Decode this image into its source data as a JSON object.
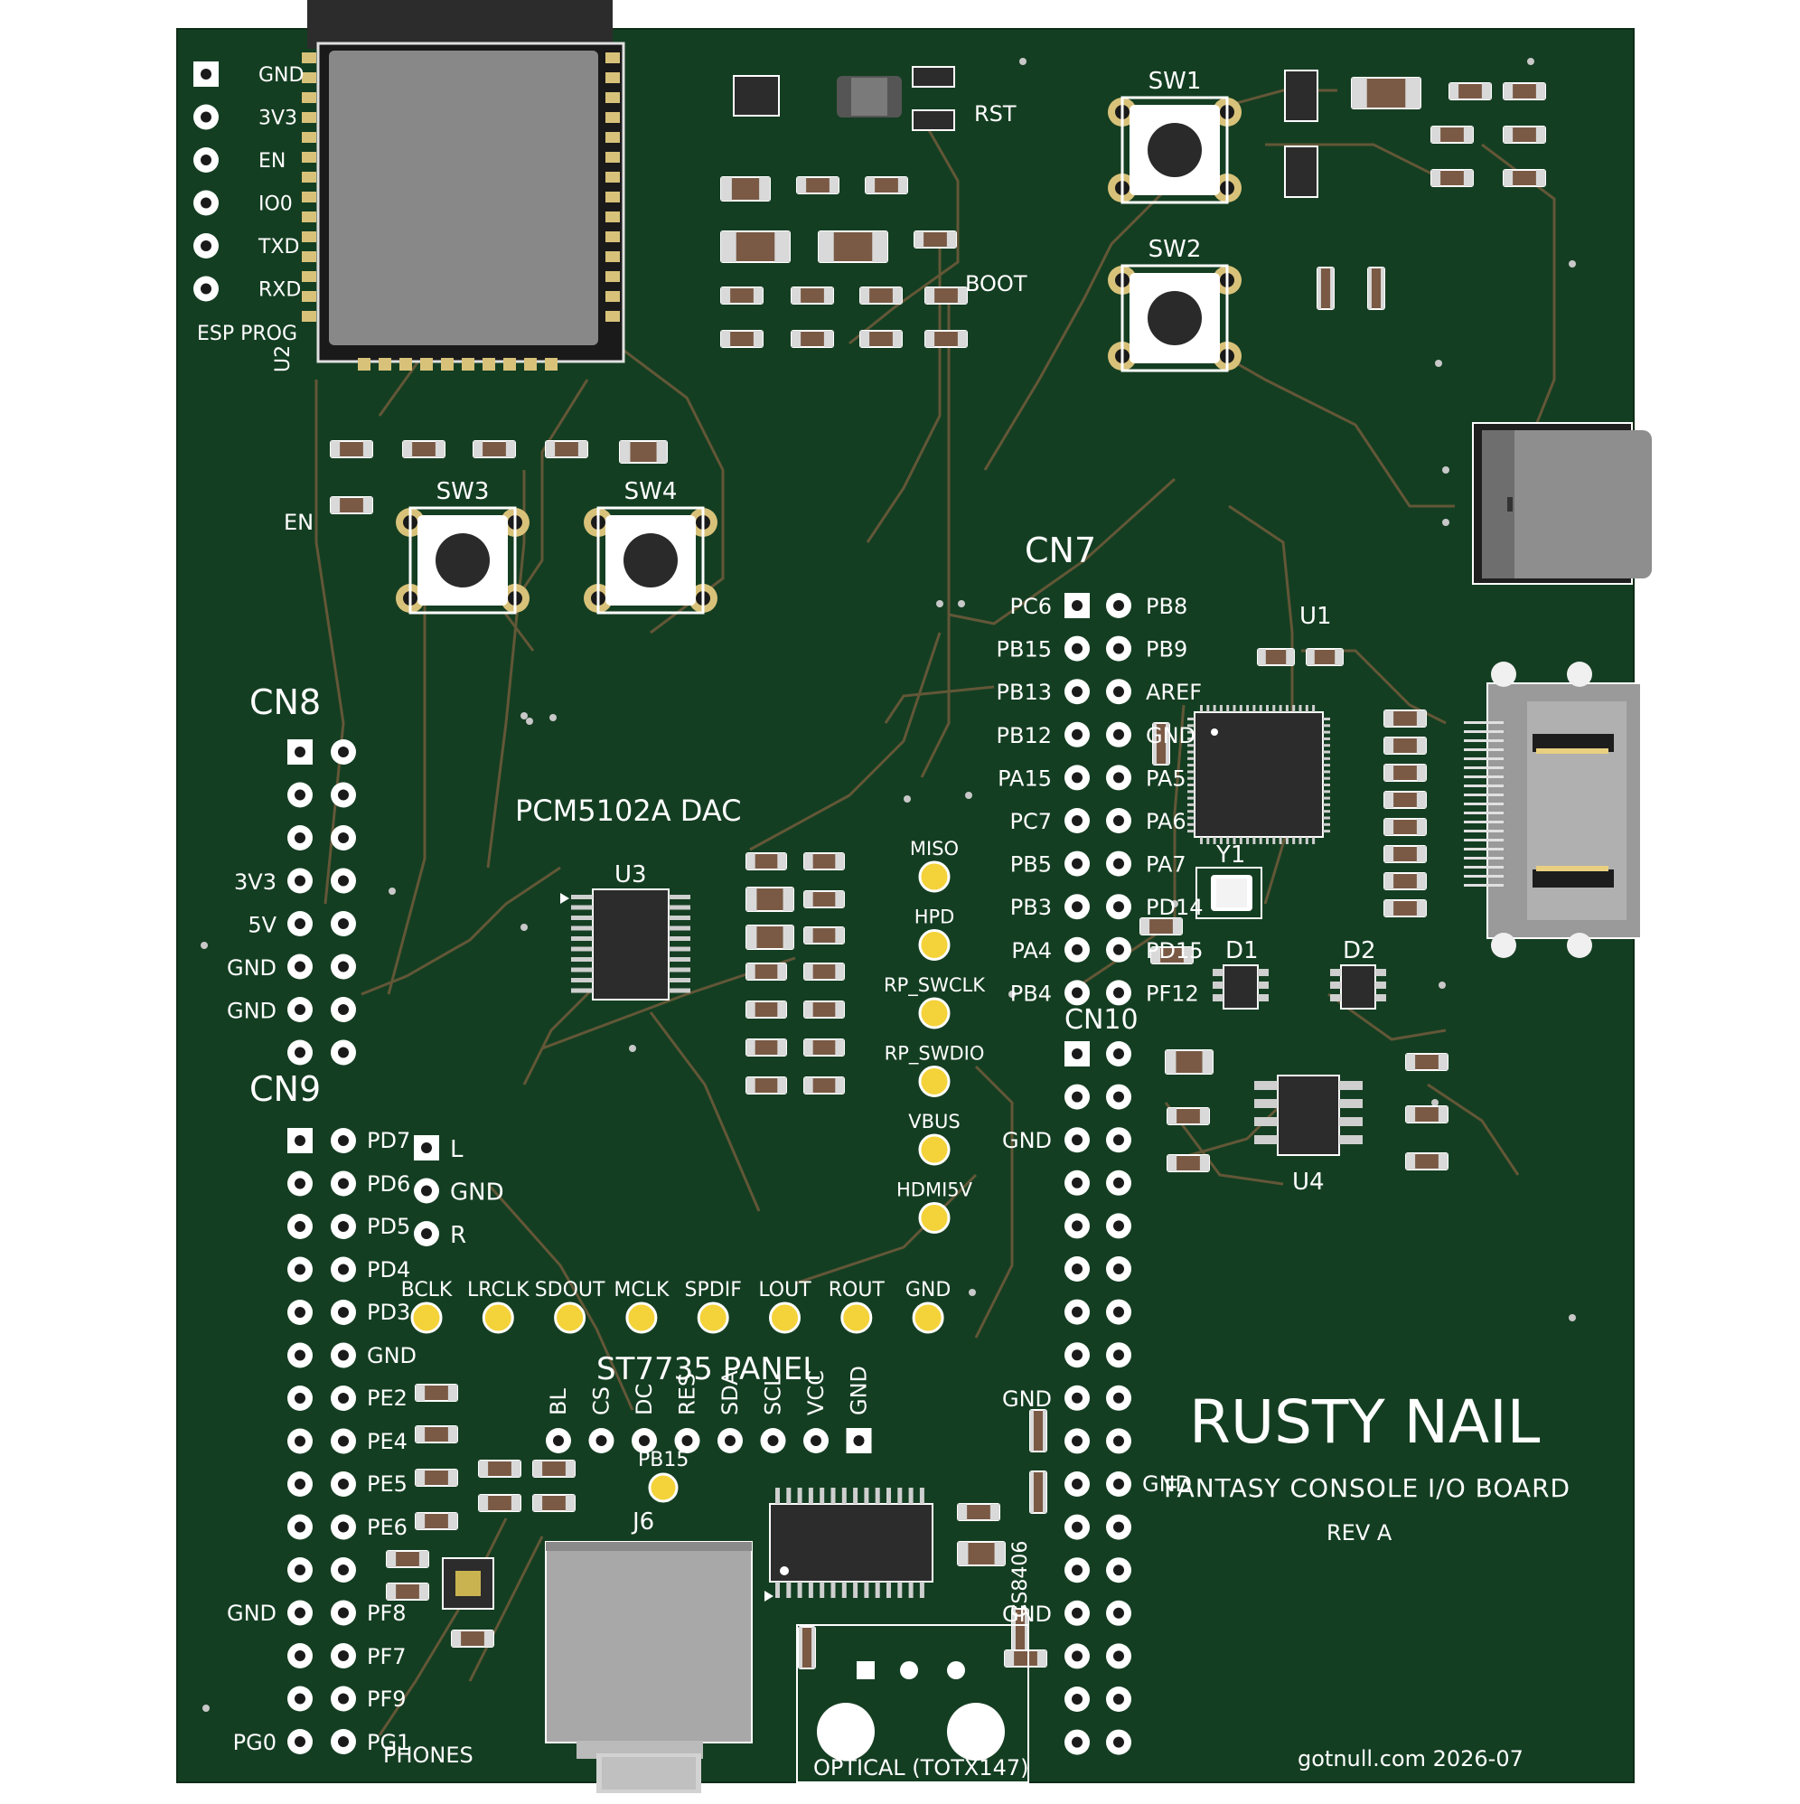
{
  "board": {
    "title": "RUSTY NAIL",
    "subtitle": "FANTASY CONSOLE I/O BOARD",
    "revision": "REV A",
    "footer": "gotnull.com 2026-07"
  },
  "colors": {
    "pcb": "#143e22",
    "silk": "#ffffff",
    "gold": "#f4d23a",
    "trace": "#6b5a3a",
    "metal": "#a7a7a7",
    "chip": "#2c2c2c"
  },
  "labels": {
    "esp_prog": [
      "GND",
      "3V3",
      "EN",
      "IO0",
      "TXD",
      "RXD"
    ],
    "esp_prog_title": "ESP PROG",
    "u2": "U2",
    "rst": "RST",
    "boot": "BOOT",
    "en": "EN",
    "sw1": "SW1",
    "sw2": "SW2",
    "sw3": "SW3",
    "sw4": "SW4",
    "cn7": "CN7",
    "cn8": "CN8",
    "cn9": "CN9",
    "cn10": "CN10",
    "u1": "U1",
    "u3": "U3",
    "u4": "U4",
    "y1": "Y1",
    "d1": "D1",
    "d2": "D2",
    "j6": "J6",
    "dac": "PCM5102A DAC",
    "phones": "PHONES",
    "optical": "OPTICAL (TOTX147)",
    "cs8406": "CS8406",
    "panel": "ST7735 PANEL",
    "pb15_tp": "PB15"
  },
  "cn7": {
    "left": [
      "PC6",
      "PB15",
      "PB13",
      "PB12",
      "PA15",
      "PC7",
      "PB5",
      "PB3",
      "PA4",
      "PB4"
    ],
    "right": [
      "PB8",
      "PB9",
      "AREF",
      "GND",
      "PA5",
      "PA6",
      "PA7",
      "PD14",
      "PD15",
      "PF12"
    ]
  },
  "cn8_labels": [
    "3V3",
    "5V",
    "GND",
    "GND"
  ],
  "cn9_right": [
    "PD7",
    "PD6",
    "PD5",
    "PD4",
    "PD3",
    "GND",
    "PE2",
    "PE4",
    "PE5",
    "PE6",
    "PF8",
    "PF7",
    "PF9",
    "PG1"
  ],
  "cn9_left": [
    "GND",
    "PG0"
  ],
  "cn10_gnd": [
    "GND",
    "GND",
    "GND",
    "GND"
  ],
  "audio_out": [
    "L",
    "GND",
    "R"
  ],
  "test_points": [
    "MISO",
    "HPD",
    "RP_SWCLK",
    "RP_SWDIO",
    "VBUS",
    "HDMI5V"
  ],
  "i2s_pads": [
    "BCLK",
    "LRCLK",
    "SDOUT",
    "MCLK",
    "SPDIF",
    "LOUT",
    "ROUT",
    "GND"
  ],
  "panel_pins": [
    "BL",
    "CS",
    "DC",
    "RES",
    "SDA",
    "SCL",
    "VCC",
    "GND"
  ]
}
